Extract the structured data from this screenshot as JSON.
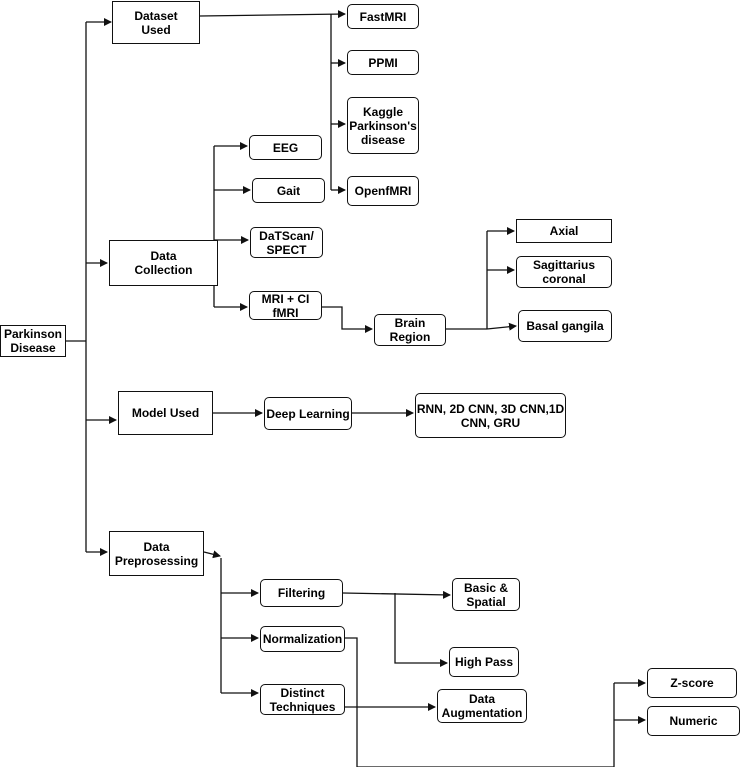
{
  "nodes": {
    "parkinson": "Parkinson\nDisease",
    "dataset_used": "Dataset\nUsed",
    "fastmri": "FastMRI",
    "ppmi": "PPMI",
    "kaggle": "Kaggle\nParkinson's\ndisease",
    "openfmri": "OpenfMRI",
    "data_collection": "Data\nCollection",
    "eeg": "EEG",
    "gait": "Gait",
    "datscan": "DaTScan/\nSPECT",
    "mri_ci": "MRI + CI\nfMRI",
    "brain_region": "Brain\nRegion",
    "axial": "Axial",
    "sagittarius": "Sagittarius\ncoronal",
    "basal": "Basal gangila",
    "model_used": "Model Used",
    "deep_learning": "Deep Learning",
    "rnn": "RNN, 2D CNN, 3D CNN,1D\nCNN, GRU",
    "data_prep": "Data\nPreprosessing",
    "filtering": "Filtering",
    "normalization": "Normalization",
    "distinct": "Distinct\nTechniques",
    "basic_spatial": "Basic &\nSpatial",
    "high_pass": "High Pass",
    "augmentation": "Data\nAugmentation",
    "zscore": "Z-score",
    "numeric": "Numeric"
  }
}
